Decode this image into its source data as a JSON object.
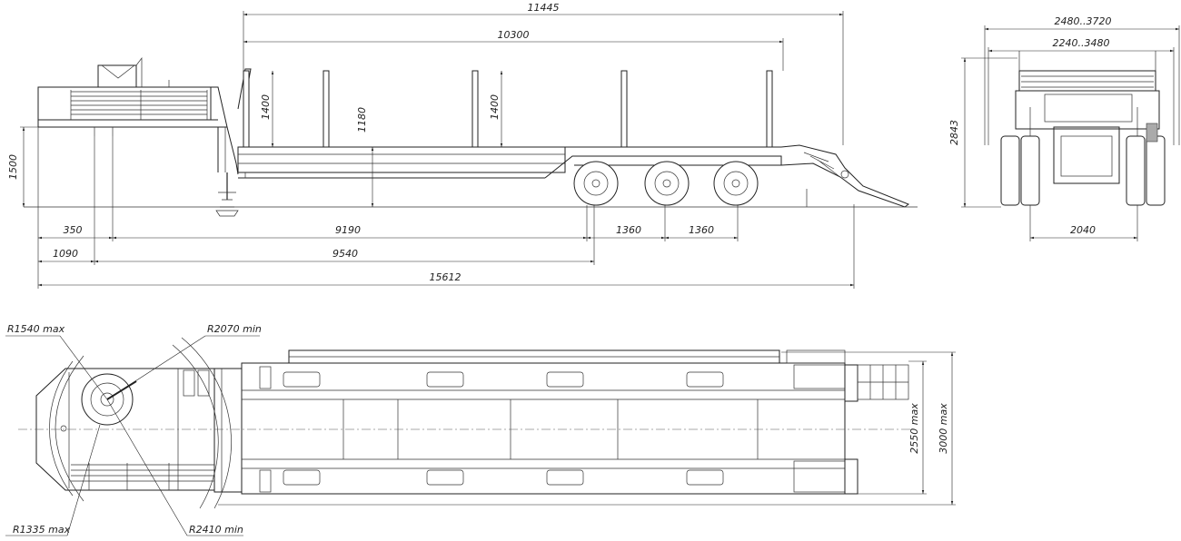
{
  "dimensions": {
    "overall_length": "15612",
    "deck_length_top": "11445",
    "platform_length": "10300",
    "stake_height_front": "1400",
    "stake_height_mid": "1400",
    "loading_height": "1180",
    "fifth_wheel_height": "1500",
    "kingpin_offset": "350",
    "kingpin_to_axle": "9190",
    "axle_spacing_1": "1360",
    "axle_spacing_2": "1360",
    "front_overhang": "1090",
    "front_to_axle": "9540",
    "overall_width_range": "2480..3720",
    "platform_width_range": "2240..3480",
    "overall_height": "2843",
    "track_width": "2040",
    "width_max_inner": "2550 max",
    "width_max_outer": "3000 max"
  },
  "radii": {
    "front_swing": "R1540 max",
    "turn_inner": "R2070 min",
    "rear_swing": "R1335 max",
    "turn_outer": "R2410 min"
  }
}
